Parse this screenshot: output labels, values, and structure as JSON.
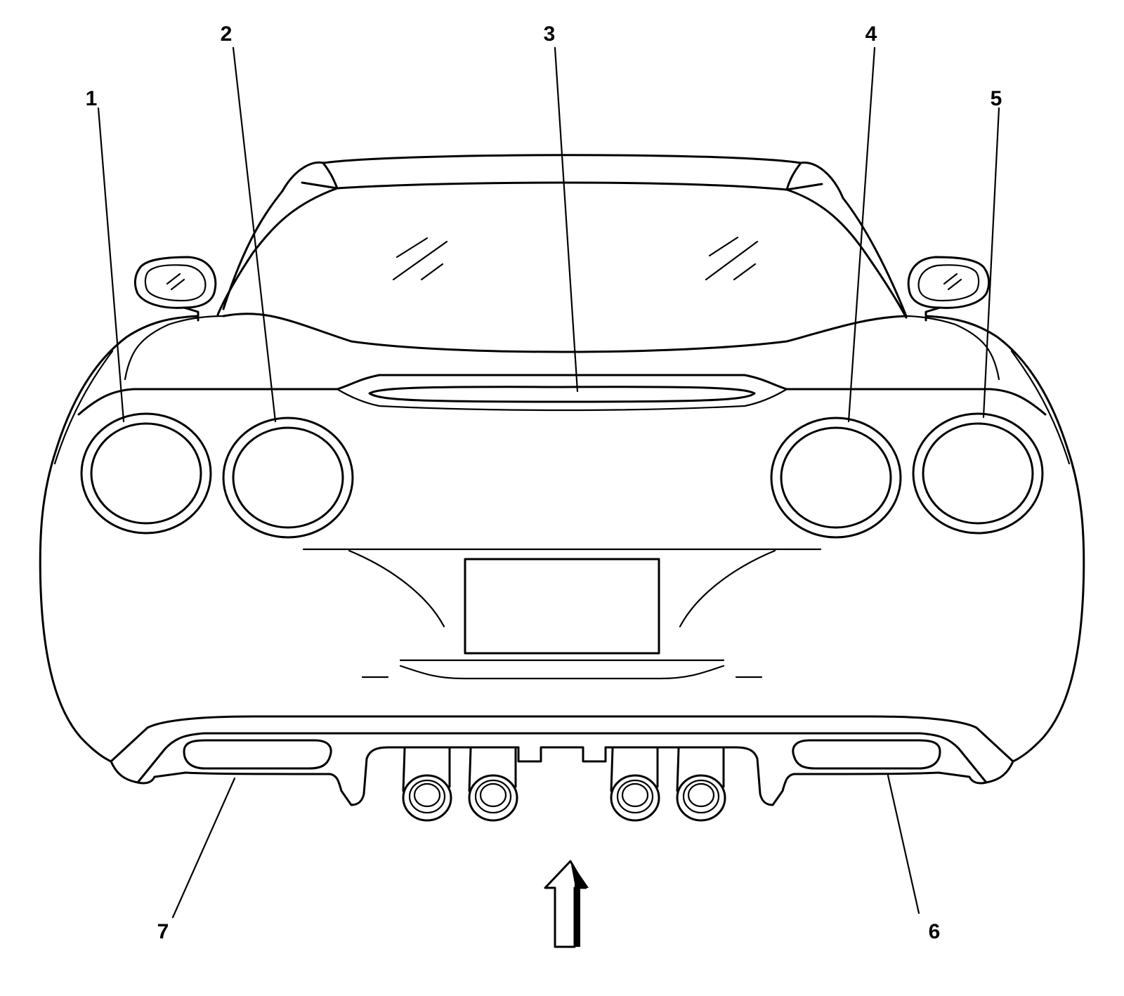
{
  "diagram": {
    "callouts": [
      {
        "id": "1",
        "label": "1",
        "part": "lamp-outer-left"
      },
      {
        "id": "2",
        "label": "2",
        "part": "lamp-inner-left"
      },
      {
        "id": "3",
        "label": "3",
        "part": "center-high-mounted-stop-lamp"
      },
      {
        "id": "4",
        "label": "4",
        "part": "lamp-inner-right"
      },
      {
        "id": "5",
        "label": "5",
        "part": "lamp-outer-right"
      },
      {
        "id": "6",
        "label": "6",
        "part": "reflector-right"
      },
      {
        "id": "7",
        "label": "7",
        "part": "reflector-left"
      }
    ],
    "view_arrow_icon": "up-arrow-icon",
    "line_color": "#000000",
    "background_color": "#ffffff"
  }
}
